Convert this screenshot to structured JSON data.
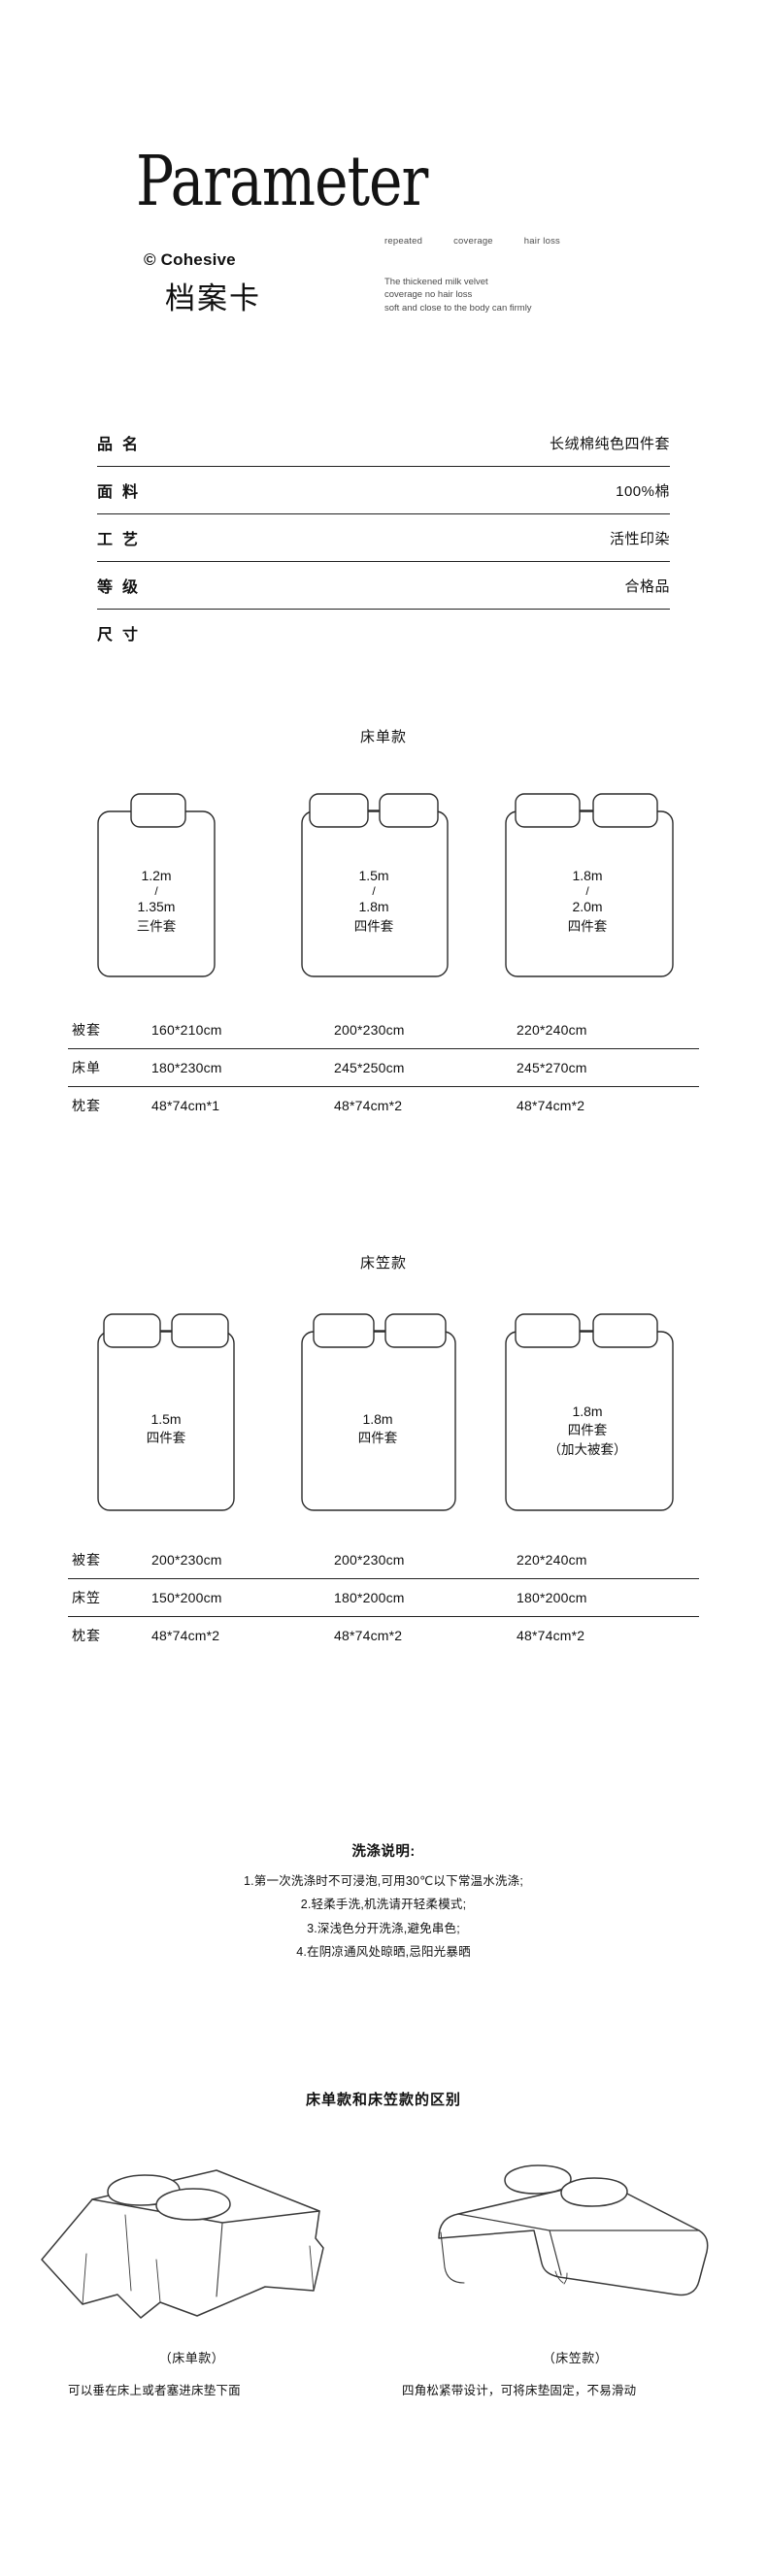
{
  "header": {
    "hero_title": "Parameter",
    "keywords": [
      "repeated",
      "coverage",
      "hair loss"
    ],
    "brand": "© Cohesive",
    "brand_cn": "档案卡",
    "description_lines": [
      "The thickened milk velvet",
      "coverage no hair loss",
      "soft and close to the body can firmly"
    ]
  },
  "spec": {
    "rows": [
      {
        "key": "品名",
        "value": "长绒棉纯色四件套"
      },
      {
        "key": "面料",
        "value": "100%棉"
      },
      {
        "key": "工艺",
        "value": "活性印染"
      },
      {
        "key": "等级",
        "value": "合格品"
      },
      {
        "key": "尺寸",
        "value": ""
      }
    ]
  },
  "sheet_section": {
    "title": "床单款",
    "beds": [
      {
        "size_top": "1.2m",
        "size_bottom": "1.35m",
        "set": "三件套",
        "pillows": 1,
        "extra": ""
      },
      {
        "size_top": "1.5m",
        "size_bottom": "1.8m",
        "set": "四件套",
        "pillows": 2,
        "extra": ""
      },
      {
        "size_top": "1.8m",
        "size_bottom": "2.0m",
        "set": "四件套",
        "pillows": 2,
        "extra": ""
      }
    ],
    "table": {
      "rows": [
        {
          "key": "被套",
          "cells": [
            "160*210cm",
            "200*230cm",
            "220*240cm"
          ]
        },
        {
          "key": "床单",
          "cells": [
            "180*230cm",
            "245*250cm",
            "245*270cm"
          ]
        },
        {
          "key": "枕套",
          "cells": [
            "48*74cm*1",
            "48*74cm*2",
            "48*74cm*2"
          ]
        }
      ]
    }
  },
  "fitted_section": {
    "title": "床笠款",
    "beds": [
      {
        "size_top": "1.5m",
        "size_bottom": "",
        "set": "四件套",
        "pillows": 2,
        "extra": ""
      },
      {
        "size_top": "1.8m",
        "size_bottom": "",
        "set": "四件套",
        "pillows": 2,
        "extra": ""
      },
      {
        "size_top": "1.8m",
        "size_bottom": "",
        "set": "四件套",
        "pillows": 2,
        "extra": "（加大被套）"
      }
    ],
    "table": {
      "rows": [
        {
          "key": "被套",
          "cells": [
            "200*230cm",
            "200*230cm",
            "220*240cm"
          ]
        },
        {
          "key": "床笠",
          "cells": [
            "150*200cm",
            "180*200cm",
            "180*200cm"
          ]
        },
        {
          "key": "枕套",
          "cells": [
            "48*74cm*2",
            "48*74cm*2",
            "48*74cm*2"
          ]
        }
      ]
    }
  },
  "washing": {
    "title": "洗涤说明:",
    "lines": [
      "1.第一次洗涤时不可浸泡,可用30℃以下常温水洗涤;",
      "2.轻柔手洗,机洗请开轻柔模式;",
      "3.深浅色分开洗涤,避免串色;",
      "4.在阴凉通风处晾晒,忌阳光暴晒"
    ]
  },
  "compare": {
    "title": "床单款和床笠款的区别",
    "items": [
      {
        "caption": "（床单款）",
        "note": "可以垂在床上或者塞进床垫下面"
      },
      {
        "caption": "（床笠款）",
        "note": "四角松紧带设计，可将床垫固定，不易滑动"
      }
    ]
  },
  "colors": {
    "ink": "#111111",
    "rule": "#222222",
    "muted": "#4a4a4a",
    "background": "#ffffff"
  }
}
